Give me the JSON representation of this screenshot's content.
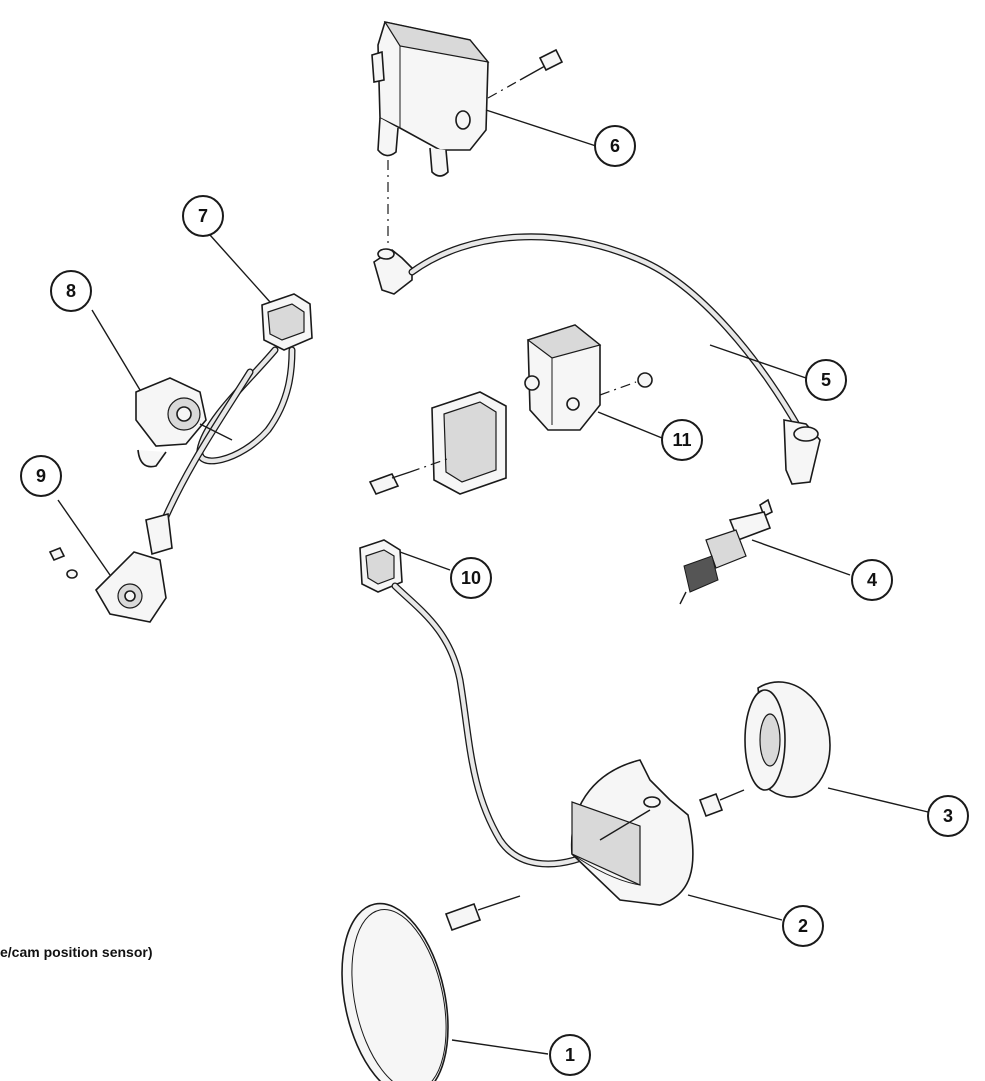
{
  "callouts": [
    {
      "id": "1",
      "label": "1"
    },
    {
      "id": "2",
      "label": "2"
    },
    {
      "id": "3",
      "label": "3"
    },
    {
      "id": "4",
      "label": "4"
    },
    {
      "id": "5",
      "label": "5"
    },
    {
      "id": "6",
      "label": "6"
    },
    {
      "id": "7",
      "label": "7"
    },
    {
      "id": "8",
      "label": "8"
    },
    {
      "id": "9",
      "label": "9"
    },
    {
      "id": "10",
      "label": "10"
    },
    {
      "id": "11",
      "label": "11"
    }
  ],
  "caption": "e/cam position sensor)"
}
